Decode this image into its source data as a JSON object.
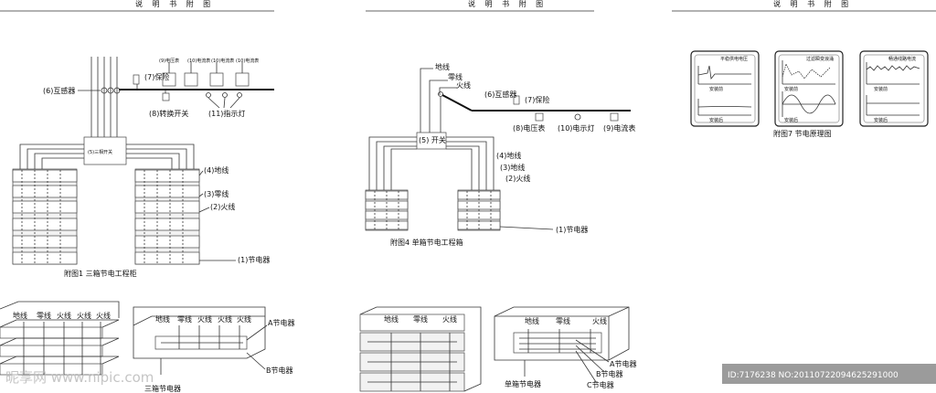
{
  "header": "说 明 书 附 图",
  "panel1": {
    "caption": "附图1   三箱节电工程柜",
    "transformer": "(6)互感器",
    "fuse": "(7)保险",
    "switch_transfer": "(8)转换开关",
    "voltmeter": "(9)电压表",
    "ammeter_a": "(10)电流表",
    "ammeter_b": "(10)电流表",
    "ammeter_c": "(10)电流表",
    "indicator": "(11)指示灯",
    "main_switch": "(5)三相开关",
    "ground": "(4)地线",
    "neutral": "(3)零线",
    "live": "(2)火线",
    "saver": "(1)节电器"
  },
  "panel2": {
    "caption": "附图4   单箱节电工程箱",
    "ground_top": "地线",
    "neutral_top": "零线",
    "live_top": "火线",
    "transformer": "(6)互感器",
    "fuse": "(7)保险",
    "switch": "(5) 开关",
    "voltmeter": "(8)电压表",
    "indicator": "(10)电示灯",
    "ammeter": "(9)电流表",
    "ground": "(4)地线",
    "neutral": "(3)地线",
    "live": "(2)火线",
    "saver": "(1)节电器"
  },
  "panel3": {
    "caption": "附图7   节电原理图",
    "card1_title": "平稳供电电压",
    "card2_title": "过滤瞬变浪涌",
    "card3_title": "畅通线路电流",
    "before": "安装前",
    "after": "安装后"
  },
  "bottom1": {
    "ground": "地线",
    "neutral": "零线",
    "live1": "火线",
    "live2": "火线",
    "live3": "火线"
  },
  "bottom2": {
    "ground": "地线",
    "neutral": "零线",
    "live1": "火线",
    "live2": "火线",
    "live3": "火线",
    "a_saver": "A节电器",
    "b_saver": "B节电器",
    "caption": "三箱节电器"
  },
  "bottom3": {
    "ground": "地线",
    "neutral": "零线",
    "live": "火线",
    "caption": "单箱节电器"
  },
  "bottom4": {
    "ground": "地线",
    "neutral": "零线",
    "live": "火线",
    "a_saver": "A节电器",
    "b_saver": "B节电器",
    "c_saver": "C节电器",
    "caption": "单箱节电器"
  },
  "watermark": {
    "logo": "昵享网 www.nipic.com",
    "id": "ID:7176238 NO:20110722094625291000"
  }
}
